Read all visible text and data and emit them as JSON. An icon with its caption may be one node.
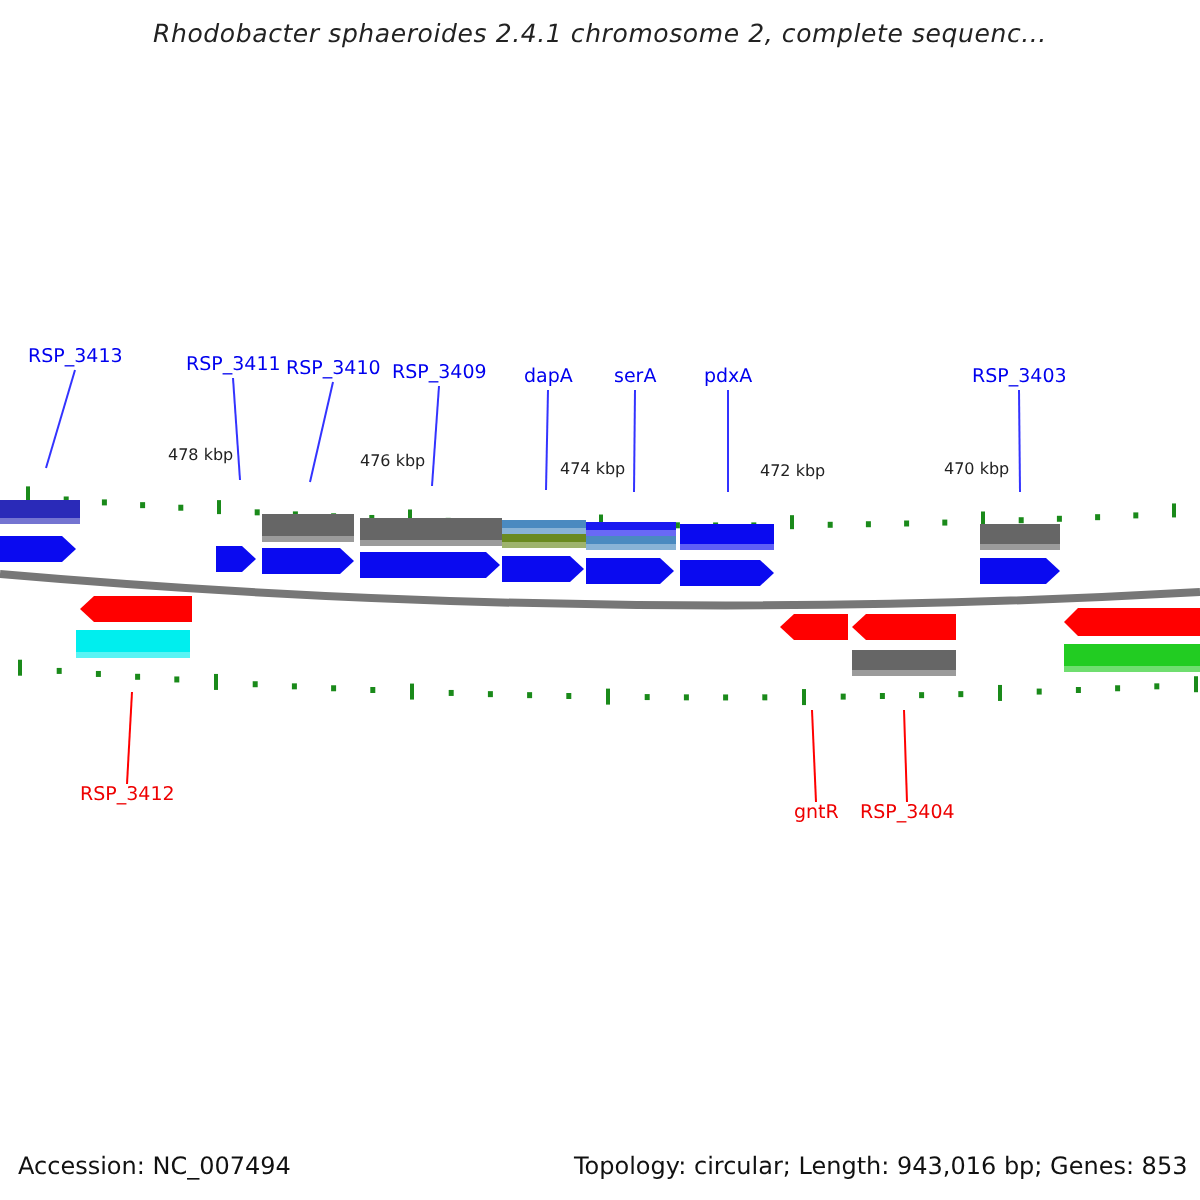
{
  "diagram": {
    "title": "Rhodobacter sphaeroides 2.4.1 chromosome 2, complete sequenc...",
    "nodes": [
      {
        "text": [
          "RSP_3413"
        ]
      },
      {
        "text": [
          "RSP_3411"
        ]
      },
      {
        "text": [
          "RSP_3410"
        ]
      },
      {
        "text": [
          "RSP_3409"
        ]
      },
      {
        "text": [
          "dapA"
        ]
      },
      {
        "text": [
          "serA"
        ]
      },
      {
        "text": [
          "pdxA"
        ]
      },
      {
        "text": [
          "RSP_3403"
        ]
      },
      {
        "text": [
          "RSP_3412"
        ]
      },
      {
        "text": [
          "gntR"
        ]
      },
      {
        "text": [
          "RSP_3404"
        ]
      }
    ],
    "edges": [
      {
        "from": 0,
        "to": null,
        "arrow": "none"
      },
      {
        "from": 1,
        "to": null,
        "arrow": "none"
      },
      {
        "from": 2,
        "to": null,
        "arrow": "none"
      },
      {
        "from": 3,
        "to": null,
        "arrow": "none"
      },
      {
        "from": 4,
        "to": null,
        "arrow": "none"
      },
      {
        "from": 5,
        "to": null,
        "arrow": "none"
      },
      {
        "from": 6,
        "to": null,
        "arrow": "none"
      },
      {
        "from": 7,
        "to": null,
        "arrow": "none"
      },
      {
        "from": 8,
        "to": null,
        "arrow": "none",
        "color": "#ff0000"
      },
      {
        "from": 9,
        "to": null,
        "arrow": "none",
        "color": "#ff0000"
      },
      {
        "from": 10,
        "to": null,
        "arrow": "none",
        "color": "#ff0000"
      }
    ],
    "labels": [
      "478 kbp",
      "476 kbp",
      "474 kbp",
      "472 kbp",
      "470 kbp",
      "Accession: NC_007494",
      "Topology: circular; Length: 943,016 bp; Genes: 853"
    ]
  }
}
